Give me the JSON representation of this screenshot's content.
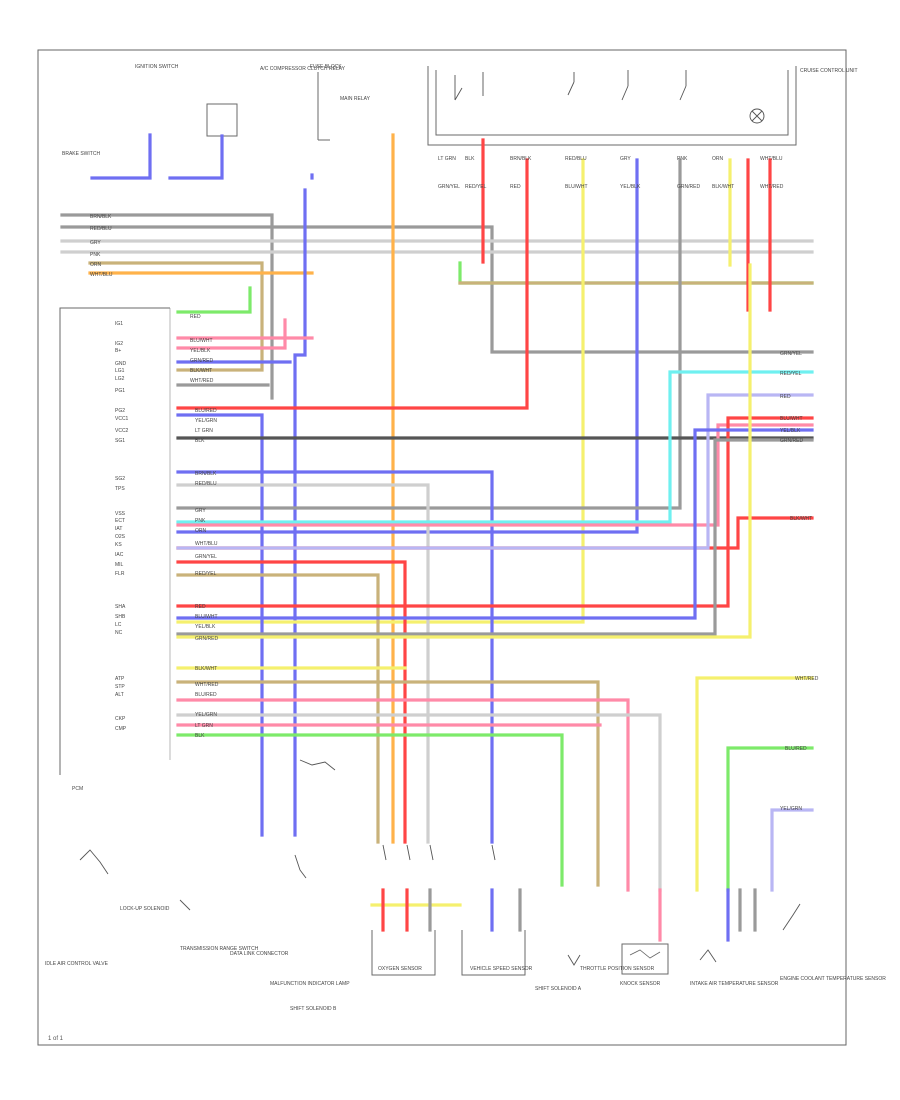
{
  "page_code": "1 of 1",
  "colors": {
    "red": "#ff4545",
    "blue": "#6f6ff2",
    "yellow": "#f5f06e",
    "orange": "#ffb24a",
    "green": "#7dea6a",
    "cyan": "#6ff0f0",
    "pink": "#ff8aa8",
    "tan": "#c9b27a",
    "gray": "#9a9a9a",
    "dark": "#555555",
    "light": "#cfcfcf",
    "lavender": "#b9b6f4"
  },
  "component_labels": [
    "PCM",
    "IGNITION SWITCH",
    "FUSE BLOCK",
    "MAIN RELAY",
    "A/C COMPRESSOR CLUTCH RELAY",
    "THROTTLE POSITION SENSOR",
    "VEHICLE SPEED SENSOR",
    "OXYGEN SENSOR",
    "KNOCK SENSOR",
    "INTAKE AIR TEMPERATURE SENSOR",
    "ENGINE COOLANT TEMPERATURE SENSOR",
    "IDLE AIR CONTROL VALVE",
    "DATA LINK CONNECTOR",
    "MALFUNCTION INDICATOR LAMP",
    "SHIFT SOLENOID A",
    "SHIFT SOLENOID B",
    "LOCK-UP SOLENOID",
    "TRANSMISSION RANGE SWITCH",
    "BRAKE SWITCH",
    "CRUISE CONTROL UNIT"
  ],
  "pin_labels": [
    "IG1",
    "IG2",
    "B+",
    "GND",
    "LG1",
    "LG2",
    "PG1",
    "PG2",
    "VCC1",
    "VCC2",
    "SG1",
    "SG2",
    "TPS",
    "VSS",
    "ECT",
    "IAT",
    "O2S",
    "KS",
    "IAC",
    "MIL",
    "FLR",
    "SHA",
    "SHB",
    "LC",
    "NC",
    "ATP",
    "STP",
    "ALT",
    "CKP",
    "CMP"
  ],
  "wire_labels": [
    "RED",
    "BLU/WHT",
    "YEL/BLK",
    "GRN/RED",
    "BLK/WHT",
    "WHT/RED",
    "BLU/RED",
    "YEL/GRN",
    "LT GRN",
    "BLK",
    "BRN/BLK",
    "RED/BLU",
    "GRY",
    "PNK",
    "ORN",
    "WHT/BLU",
    "GRN/YEL",
    "RED/YEL"
  ]
}
